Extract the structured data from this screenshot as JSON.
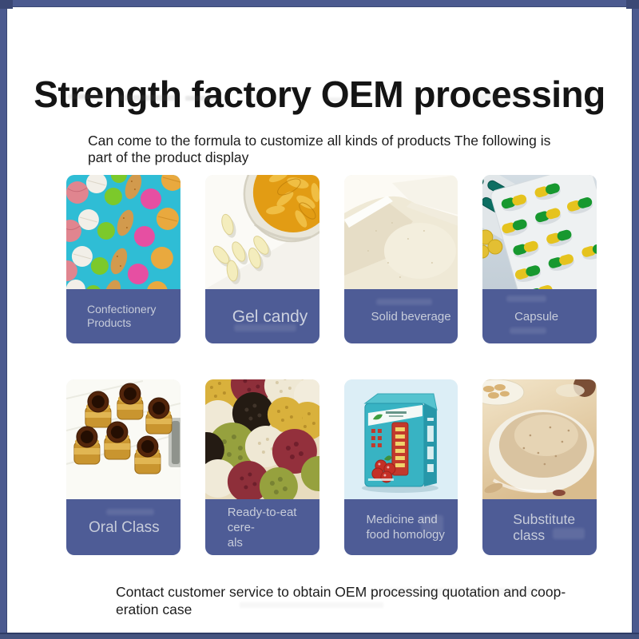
{
  "page": {
    "title": "Strength factory OEM processing",
    "subtitle": "Can come to the formula to customize all kinds of products The following is\npart of the product display",
    "footer": "Contact customer service to obtain OEM processing quotation and coop-\neration case"
  },
  "colors": {
    "frame_blue": "#4b5a8f",
    "frame_dark": "#2e3c66",
    "label_band_blue": "#4e5c96",
    "label_text": "#c7ccda"
  },
  "cards": [
    {
      "label": "Confectionery\nProducts",
      "image": "colorful candies and tablets on cyan background"
    },
    {
      "label": "Gel candy",
      "image": "golden softgel capsules in glass bowl"
    },
    {
      "label": "Solid beverage",
      "image": "white powder"
    },
    {
      "label": "Capsule",
      "image": "green and yellow capsules in blister packs"
    },
    {
      "label": "Oral Class",
      "image": "amber oral liquid vials"
    },
    {
      "label": "Ready-to-eat cere-\nals",
      "image": "assorted beans and grains"
    },
    {
      "label": "Medicine and\nfood homology",
      "image": "teal tin of hawthorn beverage powder"
    },
    {
      "label": "Substitute\nclass",
      "image": "meal replacement powder in bowl"
    }
  ]
}
